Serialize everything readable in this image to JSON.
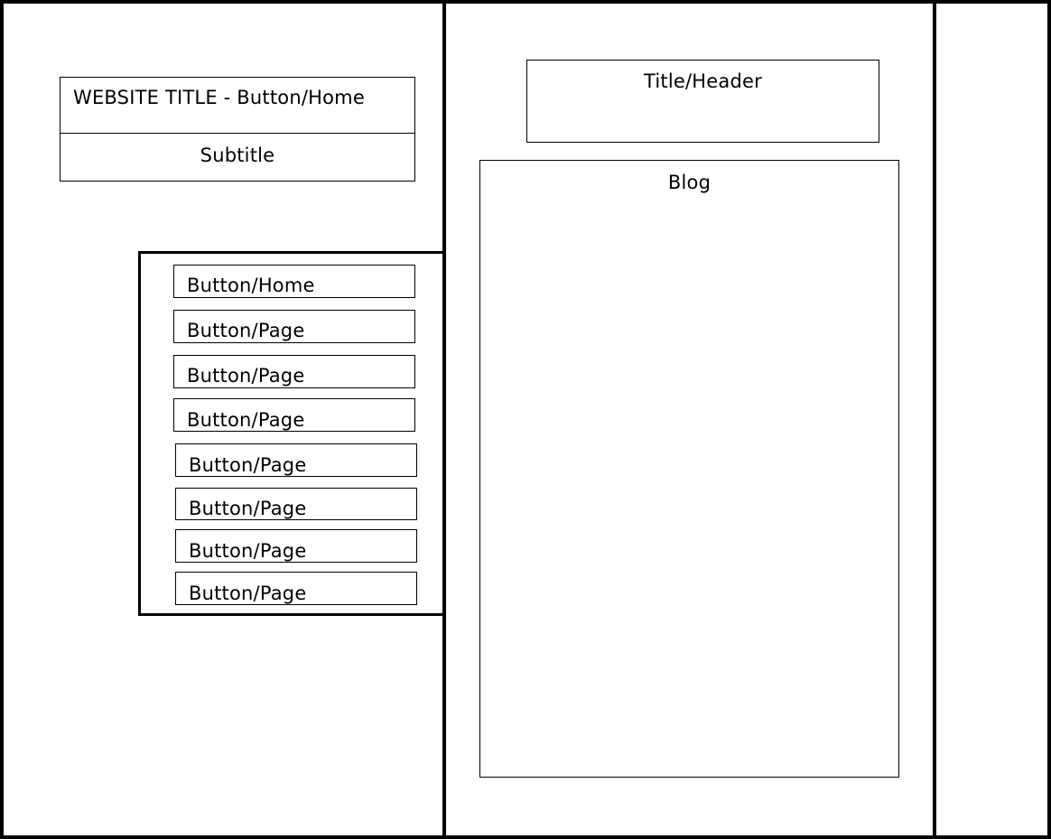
{
  "site_header": {
    "title": "WEBSITE TITLE - Button/Home",
    "subtitle": "Subtitle"
  },
  "nav": {
    "items": [
      {
        "label": "Button/Home"
      },
      {
        "label": "Button/Page"
      },
      {
        "label": "Button/Page"
      },
      {
        "label": "Button/Page"
      },
      {
        "label": "Button/Page"
      },
      {
        "label": "Button/Page"
      },
      {
        "label": "Button/Page"
      },
      {
        "label": "Button/Page"
      }
    ]
  },
  "main": {
    "header": "Title/Header",
    "blog": "Blog"
  },
  "colors": {
    "stroke": "#000000",
    "background": "#ffffff"
  }
}
